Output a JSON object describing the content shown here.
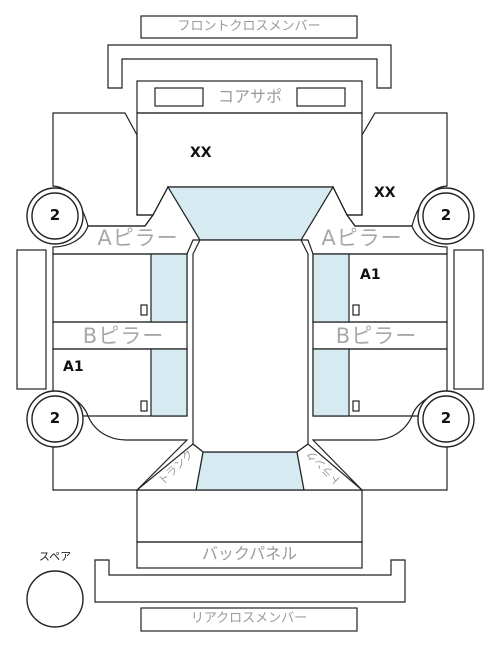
{
  "labels": {
    "front_cross_member": "フロントクロスメンバー",
    "core_support": "コアサポ",
    "a_pillar_left": "Aピラー",
    "a_pillar_right": "Aピラー",
    "b_pillar_left": "Bピラー",
    "b_pillar_right": "Bピラー",
    "back_panel": "バックパネル",
    "rear_cross_member": "リアクロスメンバー",
    "spare": "スペア",
    "trunk_left": "トランク",
    "trunk_right": "トランク"
  },
  "marks": {
    "hood": "XX",
    "right_front_fender": "XX",
    "right_front_door": "A1",
    "left_rear_door": "A1"
  },
  "tires": {
    "front_left": "2",
    "front_right": "2",
    "rear_left": "2",
    "rear_right": "2"
  },
  "colors": {
    "glass": "#d5eaf1",
    "outline": "#222222",
    "label_grey": "#9b9b9b"
  }
}
